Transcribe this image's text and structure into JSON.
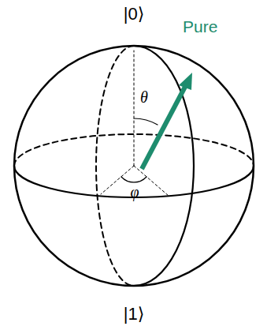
{
  "diagram": {
    "labels": [
      "|0⟩",
      "Pure",
      "θ",
      "φ",
      "|1⟩"
    ]
  }
}
